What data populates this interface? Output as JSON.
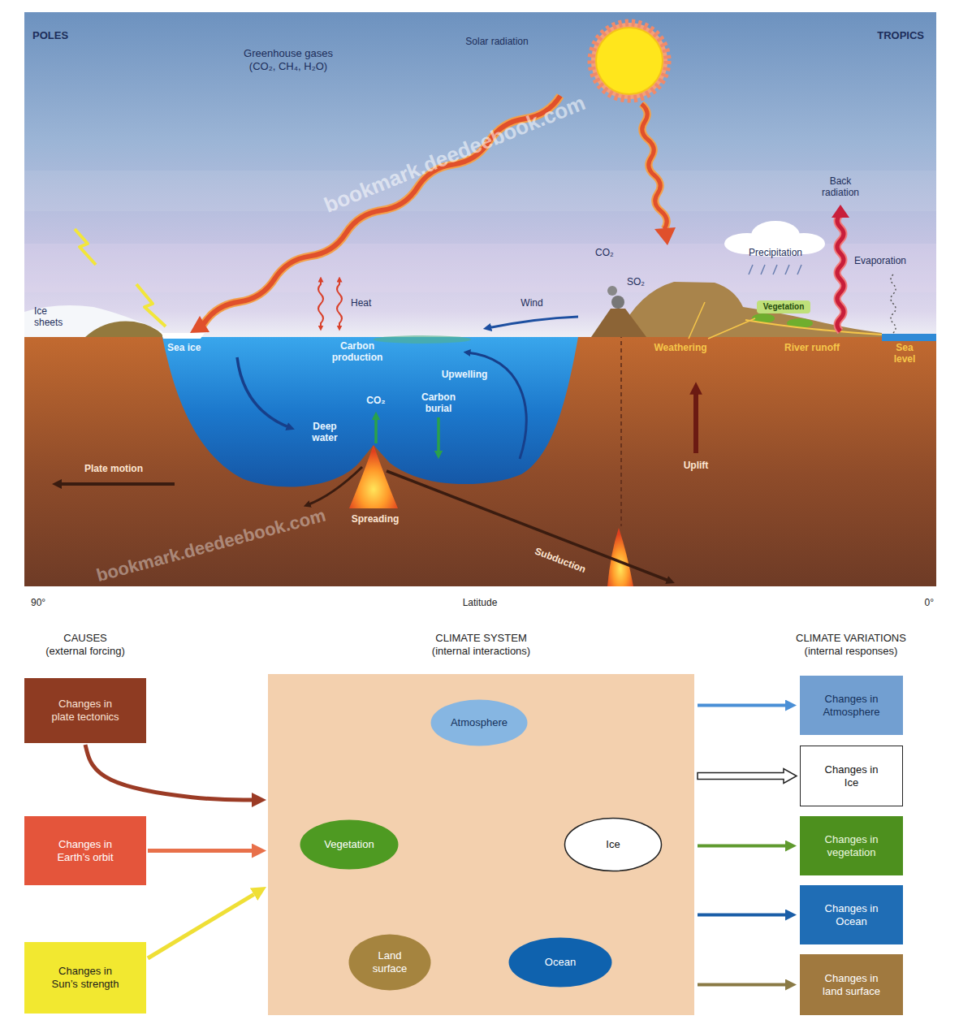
{
  "diagram": {
    "nodes": [
      {
        "text": [
          "Changes in plate tectonics"
        ]
      },
      {
        "text": [
          "Changes in Earth’s orbit"
        ]
      },
      {
        "text": [
          "Changes in Sun’s strength"
        ]
      },
      {
        "text": [
          "CLIMATE SYSTEM (internal interactions)"
        ]
      },
      {
        "text": [
          "Atmosphere"
        ],
        "in": 3
      },
      {
        "text": [
          "Vegetation"
        ],
        "in": 3
      },
      {
        "text": [
          "Ice"
        ],
        "in": 3
      },
      {
        "text": [
          "Land surface"
        ],
        "in": 3
      },
      {
        "text": [
          "Ocean"
        ],
        "in": 3
      },
      {
        "text": [
          "Changes in Atmosphere"
        ]
      },
      {
        "text": [
          "Changes in Ice"
        ]
      },
      {
        "text": [
          "Changes in vegetation"
        ]
      },
      {
        "text": [
          "Changes in Ocean"
        ]
      },
      {
        "text": [
          "Changes in land surface"
        ]
      }
    ],
    "edges": [
      {
        "from": 0,
        "to": 3,
        "arrow": "to"
      },
      {
        "from": 1,
        "to": 3,
        "arrow": "to"
      },
      {
        "from": 2,
        "to": 3,
        "arrow": "to"
      },
      {
        "from": 4,
        "to": 5,
        "arrow": "both"
      },
      {
        "from": 4,
        "to": 6,
        "arrow": "both"
      },
      {
        "from": 4,
        "to": 7,
        "arrow": "both"
      },
      {
        "from": 4,
        "to": 8,
        "arrow": "both"
      },
      {
        "from": 5,
        "to": 6,
        "arrow": "both"
      },
      {
        "from": 5,
        "to": 7,
        "arrow": "both"
      },
      {
        "from": 5,
        "to": 8,
        "arrow": "both"
      },
      {
        "from": 6,
        "to": 7,
        "arrow": "both"
      },
      {
        "from": 6,
        "to": 8,
        "arrow": "both"
      },
      {
        "from": 7,
        "to": 8,
        "arrow": "both"
      },
      {
        "from": 3,
        "to": 9,
        "arrow": "to"
      },
      {
        "from": 3,
        "to": 10,
        "arrow": "to"
      },
      {
        "from": 3,
        "to": 11,
        "arrow": "to"
      },
      {
        "from": 3,
        "to": 12,
        "arrow": "to"
      },
      {
        "from": 3,
        "to": 13,
        "arrow": "to"
      }
    ],
    "labels": [
      "POLES",
      "TROPICS",
      "Greenhouse gases (CO₂, CH₄, H₂O)",
      "Solar radiation",
      "Heat",
      "Wind",
      "CO₂",
      "SO₂",
      "Precipitation",
      "Back radiation",
      "Evaporation",
      "Ice sheets",
      "Sea ice",
      "Carbon production",
      "Upwelling",
      "CO₂",
      "Carbon burial",
      "Deep water",
      "Vegetation",
      "Weathering",
      "River runoff",
      "Sea level",
      "Plate motion",
      "Spreading",
      "Subduction",
      "Uplift",
      "90°",
      "Latitude",
      "0°",
      "CAUSES (external forcing)",
      "CLIMATE VARIATIONS (internal responses)",
      "bookmark.deedeebook.com",
      "bookmark.deedeebook.com"
    ]
  }
}
